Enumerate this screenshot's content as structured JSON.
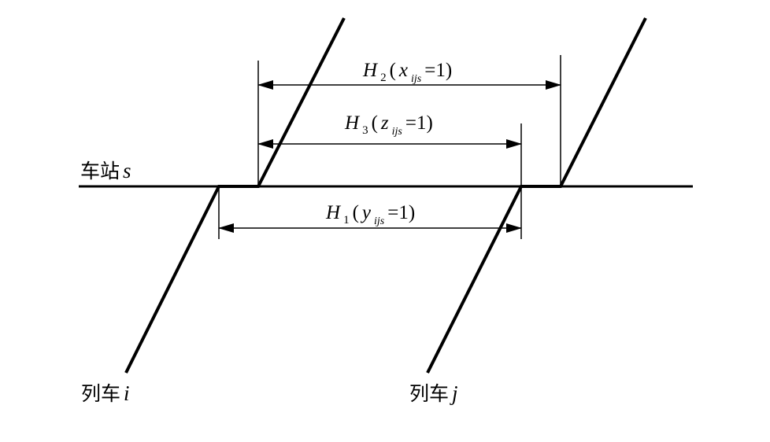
{
  "station_label": {
    "text": "车站",
    "var": "s"
  },
  "trains": [
    {
      "text": "列车",
      "var": "i"
    },
    {
      "text": "列车",
      "var": "j"
    }
  ],
  "intervals": {
    "h2": {
      "main": "H",
      "index": "2",
      "open": "(",
      "var": "x",
      "subscript": "ijs",
      "eq": "=1)"
    },
    "h3": {
      "main": "H",
      "index": "3",
      "open": "(",
      "var": "z",
      "subscript": "ijs",
      "eq": "=1)"
    },
    "h1": {
      "main": "H",
      "index": "1",
      "open": "(",
      "var": "y",
      "subscript": "ijs",
      "eq": "=1)"
    }
  }
}
